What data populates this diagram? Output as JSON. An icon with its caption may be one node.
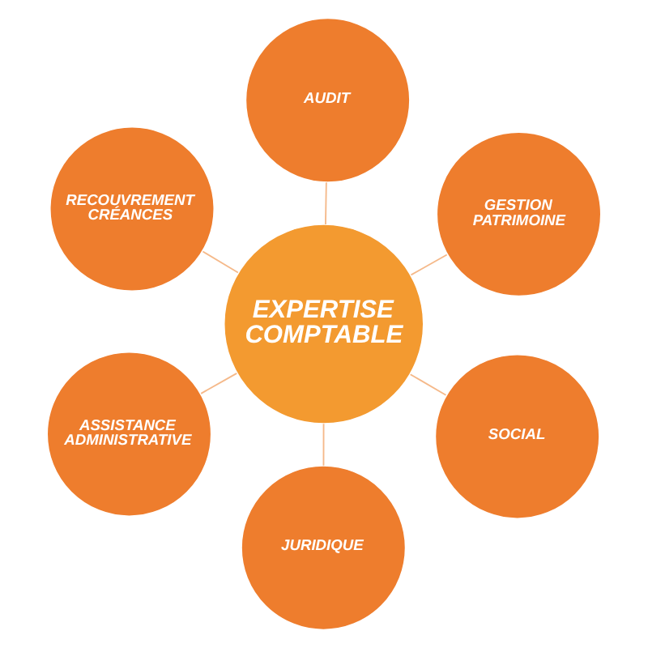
{
  "diagram": {
    "nodes": [
      {
        "text": [
          "EXPERTISE COMPTABLE"
        ]
      },
      {
        "text": [
          "SOCIAL"
        ]
      },
      {
        "text": [
          "JURIDIQUE"
        ]
      },
      {
        "text": [
          "RECOUVREMENT CRÉANCES"
        ]
      },
      {
        "text": [
          "GESTION PATRIMOINE"
        ]
      },
      {
        "text": [
          "AUDIT"
        ]
      },
      {
        "text": [
          "ASSISTANCE ADMINISTRATIVE"
        ]
      }
    ],
    "edges": [
      {
        "from": 0,
        "to": 1,
        "arrow": "none"
      },
      {
        "from": 0,
        "to": 2,
        "arrow": "none"
      },
      {
        "from": 0,
        "to": 3,
        "arrow": "none"
      },
      {
        "from": 0,
        "to": 4,
        "arrow": "none"
      },
      {
        "from": 0,
        "to": 5,
        "arrow": "none"
      },
      {
        "from": 0,
        "to": 6,
        "arrow": "none"
      }
    ]
  }
}
